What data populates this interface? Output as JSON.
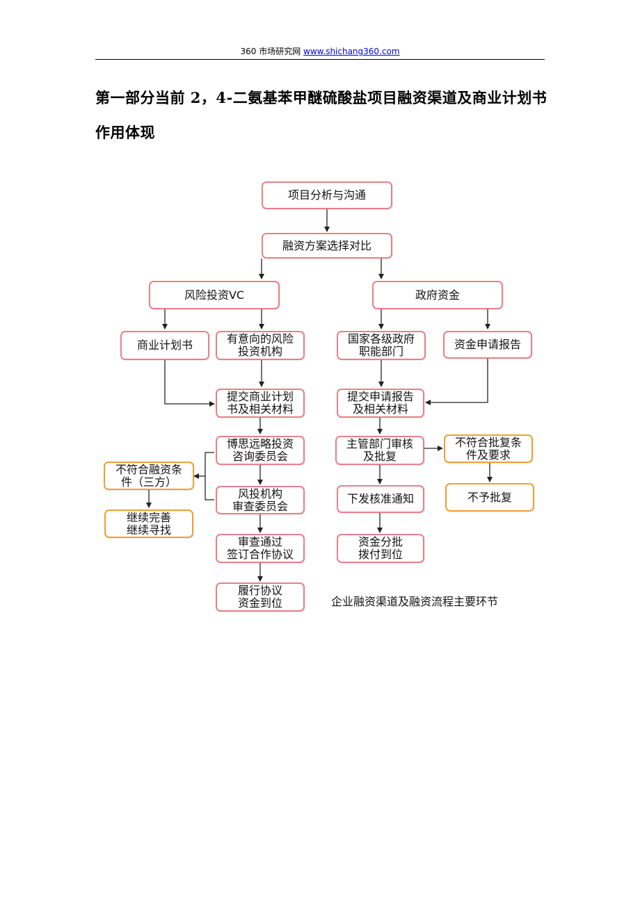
{
  "header": {
    "site": "360 市场研究网",
    "url": "www.shichang360.com"
  },
  "title": "第一部分当前 2，4-二氨基苯甲醚硫酸盐项目融资渠道及商业计划书作用体现",
  "diagram": {
    "caption": "企业融资渠道及融资流程主要环节",
    "nodes": {
      "project_analysis": "项目分析与沟通",
      "plan_compare": "融资方案选择对比",
      "vc": "风险投资VC",
      "gov_funds": "政府资金",
      "business_plan": "商业计划书",
      "interested_vc": "有意向的风险\n投资机构",
      "gov_departments": "国家各级政府\n职能部门",
      "fund_application": "资金申请报告",
      "submit_plan": "提交商业计划\n书及相关材料",
      "submit_application": "提交申请报告\n及相关材料",
      "boss_committee": "博思远略投资\n咨询委员会",
      "dept_review": "主管部门审核\n及批复",
      "not_meet_gov": "不符合批复条\n件及要求",
      "not_meet_vc": "不符合融资条\n件（三方）",
      "vc_review": "风投机构\n审查委员会",
      "issue_notice": "下发核准通知",
      "no_approval": "不予批复",
      "continue": "继续完善\n继续寻找",
      "review_passed": "审查通过\n签订合作协议",
      "funds_batches": "资金分批\n拨付到位",
      "fulfill": "履行协议\n资金到位"
    }
  },
  "colors": {
    "pink_border": "#e8808a",
    "orange_border": "#f0a030",
    "arrow": "#222222"
  }
}
